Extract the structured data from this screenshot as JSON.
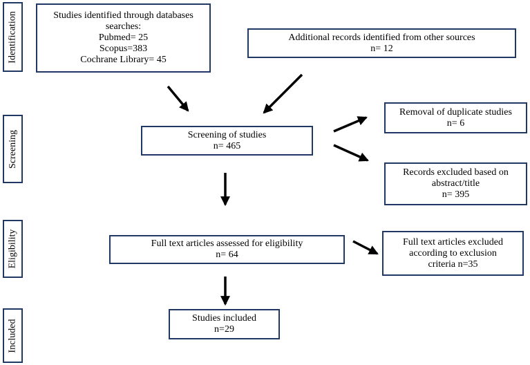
{
  "stages": {
    "identification": "Identification",
    "screening": "Screening",
    "eligibility": "Eligibility",
    "included": "Included"
  },
  "boxes": {
    "databases": [
      "Studies identified through databases",
      "searches:",
      "Pubmed= 25",
      "Scopus=383",
      "Cochrane Library= 45"
    ],
    "other_sources": [
      "Additional records identified from other sources",
      "n= 12"
    ],
    "screening": [
      "Screening of studies",
      "n= 465"
    ],
    "duplicates": [
      "Removal of duplicate studies",
      "n= 6"
    ],
    "excluded_abstract": [
      "Records excluded based on",
      "abstract/title",
      "n= 395"
    ],
    "full_text": [
      "Full text articles assessed for eligibility",
      "n= 64"
    ],
    "excluded_full_text": [
      "Full text articles excluded",
      "according to exclusion",
      "criteria n=35"
    ],
    "included": [
      "Studies included",
      "n=29"
    ]
  },
  "colors": {
    "box_border": "#1f3864",
    "arrow": "#000000"
  }
}
